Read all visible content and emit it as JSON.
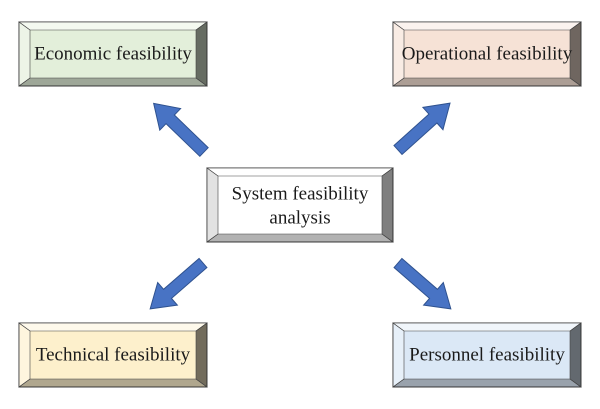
{
  "diagram": {
    "center": {
      "line1": "System feasibility",
      "line2": "analysis",
      "face_color": "#ffffff"
    },
    "nodes": [
      {
        "key": "economic",
        "label": "Economic feasibility",
        "face_color": "#e3efda"
      },
      {
        "key": "operational",
        "label": "Operational feasibility",
        "face_color": "#f6e2d6"
      },
      {
        "key": "technical",
        "label": "Technical feasibility",
        "face_color": "#fdf0cc"
      },
      {
        "key": "personnel",
        "label": "Personnel feasibility",
        "face_color": "#dbe8f6"
      }
    ],
    "arrow_color": "#4873c4",
    "arrow_outline_color": "#2f528f"
  }
}
